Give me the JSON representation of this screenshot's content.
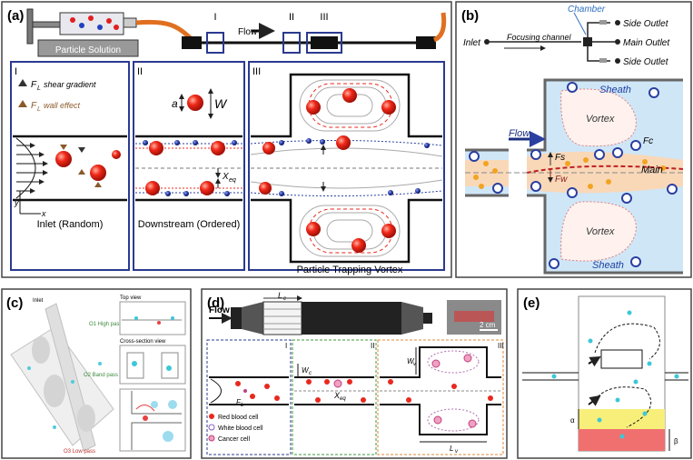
{
  "panels": {
    "a": {
      "label": "(a)",
      "syringe_label": "Particle Solution",
      "flow_label": "Flow",
      "roman": [
        "I",
        "II",
        "III"
      ],
      "legend_shear": "shear gradient",
      "legend_wall": "wall effect",
      "legend_symbol": "F",
      "legend_sub": "L",
      "dim_a": "a",
      "dim_w": "W",
      "dim_xeq": "X",
      "dim_xeq_sub": "eq",
      "axis_y": "y",
      "axis_x": "x",
      "caption_1": "Inlet (Random)",
      "caption_2": "Downstream (Ordered)",
      "caption_3": "Particle Trapping Vortex"
    },
    "b": {
      "label": "(b)",
      "chamber": "Chamber",
      "inlet": "Inlet",
      "focusing_channel": "Focusing channel",
      "side_outlet_top": "Side Outlet",
      "main_outlet": "Main Outlet",
      "side_outlet_bottom": "Side Outlet",
      "flow": "Flow",
      "sheath_top": "Sheath",
      "vortex_top": "Vortex",
      "fs": "Fs",
      "fw": "Fw",
      "fc": "Fc",
      "main": "Main",
      "vortex_bottom": "Vortex",
      "sheath_bottom": "Sheath"
    },
    "c": {
      "label": "(c)",
      "top_view": "Top view",
      "cross_section": "Cross-section view",
      "o1": "O1 High pass",
      "o2": "O2 Band pass",
      "o3": "O3 Low pass",
      "inlet": "Inlet"
    },
    "d": {
      "label": "(d)",
      "flow": "Flow",
      "lc": "L",
      "lc_sub": "c",
      "scale": "2 cm",
      "roman": [
        "I",
        "II",
        "III"
      ],
      "wc": "W",
      "wc_sub": "c",
      "fl": "F",
      "fl_sub": "L",
      "xeq": "X",
      "xeq_sub": "eq",
      "wv": "W",
      "wv_sub": "v",
      "lv": "L",
      "lv_sub": "v",
      "legend": [
        "Red blood cell",
        "White blood cell",
        "Cancer cell"
      ]
    },
    "e": {
      "label": "(e)",
      "alpha": "α",
      "beta": "β"
    }
  },
  "colors": {
    "frame": "#555555",
    "blue_frame": "#2b3a8f",
    "particle_red": "#e8281e",
    "particle_blue": "#2a3fa0",
    "orange_tube": "#e07020",
    "b_sheath": "#cfe6f7",
    "b_main": "#f9d8b8",
    "b_particle": "#f2a321",
    "cyan": "#3cc7d8",
    "yellow": "#f7ef7a",
    "pink": "#f07070"
  }
}
